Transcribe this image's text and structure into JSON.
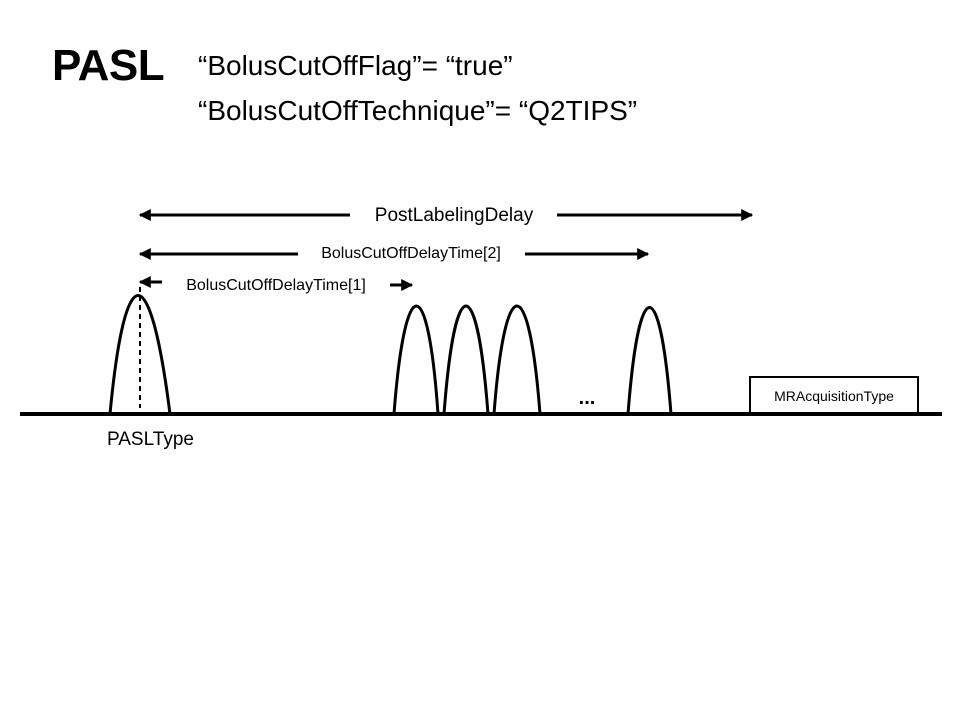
{
  "slide": {
    "title": "PASL",
    "params": [
      "“BolusCutOffFlag”= “true”",
      "“BolusCutOffTechnique”= “Q2TIPS”"
    ]
  },
  "diagram": {
    "post_labeling_delay_label": "PostLabelingDelay",
    "bolus_cutoff_delay_2_label": "BolusCutOffDelayTime[2]",
    "bolus_cutoff_delay_1_label": "BolusCutOffDelayTime[1]",
    "labeling_pulse_label": "PASLType",
    "ellipsis": "...",
    "acquisition_label": "MRAcquisitionType",
    "colors": {
      "line": "#000000",
      "background": "#ffffff"
    }
  }
}
